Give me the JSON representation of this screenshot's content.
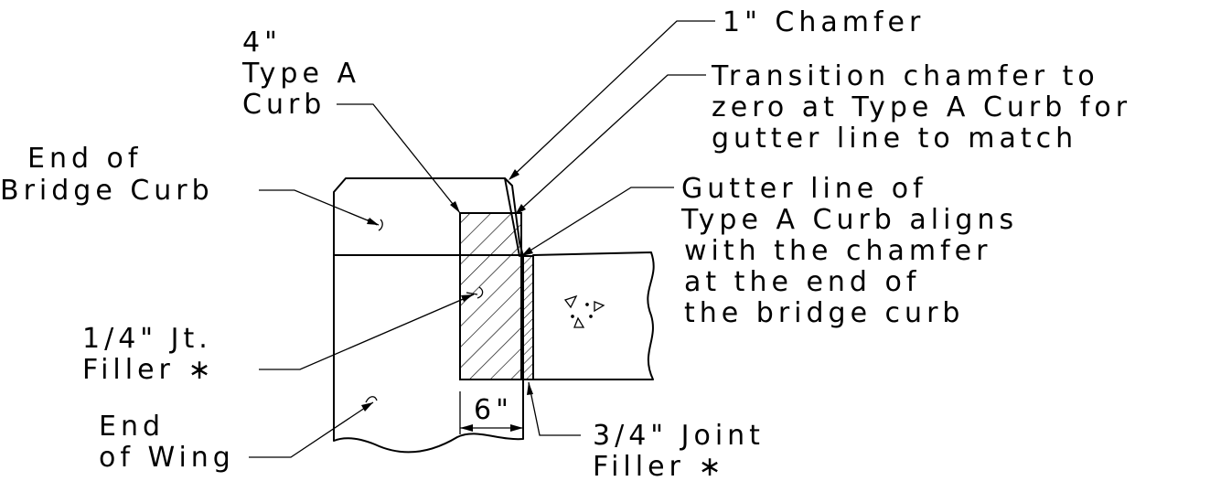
{
  "labels": {
    "chamfer_1in": "1\" Chamfer",
    "curb_4in_line1": "4\"",
    "curb_4in_line2": "Type A",
    "curb_4in_line3": "Curb",
    "transition_line1": "Transition chamfer to",
    "transition_line2": "zero at Type A Curb for",
    "transition_line3": "gutter line to match",
    "end_bridge_line1": "End of",
    "end_bridge_line2": "Bridge Curb",
    "gutter_line1": "Gutter line of",
    "gutter_line2": "Type A Curb aligns",
    "gutter_line3": "with the chamfer",
    "gutter_line4": "at the end of",
    "gutter_line5": "the bridge curb",
    "jt_filler_line1": "1/4\" Jt.",
    "jt_filler_line2": "Filler ∗",
    "end_wing_line1": "End",
    "end_wing_line2": "of Wing",
    "dimension_6in": "6\"",
    "joint_filler_line1": "3/4\" Joint",
    "joint_filler_line2": "Filler ∗"
  }
}
